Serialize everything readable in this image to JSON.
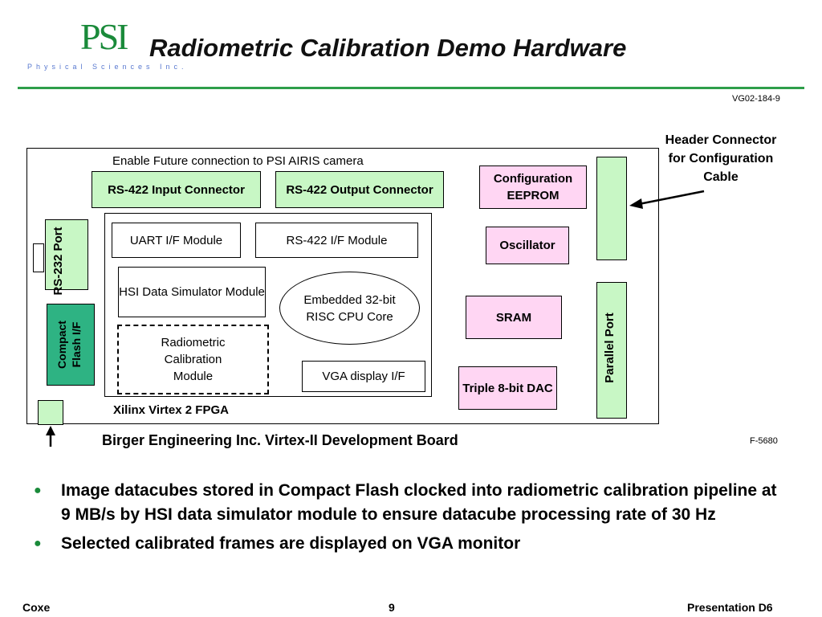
{
  "logo": {
    "mark": "PSI",
    "subtitle": "Physical Sciences Inc."
  },
  "title": "Radiometric Calibration Demo Hardware",
  "doc_id": "VG02-184-9",
  "figure_id": "F-5680",
  "diagram": {
    "camera_note": "Enable Future connection to PSI AIRIS camera",
    "rs422_input": "RS-422 Input Connector",
    "rs422_output": "RS-422 Output Connector",
    "config_eeprom": "Configuration EEPROM",
    "oscillator": "Oscillator",
    "sram": "SRAM",
    "dac": "Triple 8-bit DAC",
    "rs232_port": "RS-232 Port",
    "compact_flash": "Compact Flash I/F",
    "parallel_port": "Parallel Port",
    "uart_module": "UART I/F Module",
    "rs422_module": "RS-422 I/F Module",
    "hsi_module": "HSI Data Simulator Module",
    "cpu_core": "Embedded 32-bit RISC CPU Core",
    "radiometric_module": "Radiometric Calibration Module",
    "vga_if": "VGA display I/F",
    "fpga_label": "Xilinx Virtex 2 FPGA",
    "board_label": "Birger Engineering Inc. Virtex-II Development Board",
    "header_callout": "Header Connector for Configuration Cable"
  },
  "bullets": [
    "Image datacubes stored in Compact Flash clocked into radiometric calibration pipeline at 9 MB/s by HSI data simulator module to ensure datacube processing rate of 30 Hz",
    "Selected calibrated frames are displayed on VGA monitor"
  ],
  "footer": {
    "author": "Coxe",
    "page": "9",
    "presentation": "Presentation D6"
  }
}
